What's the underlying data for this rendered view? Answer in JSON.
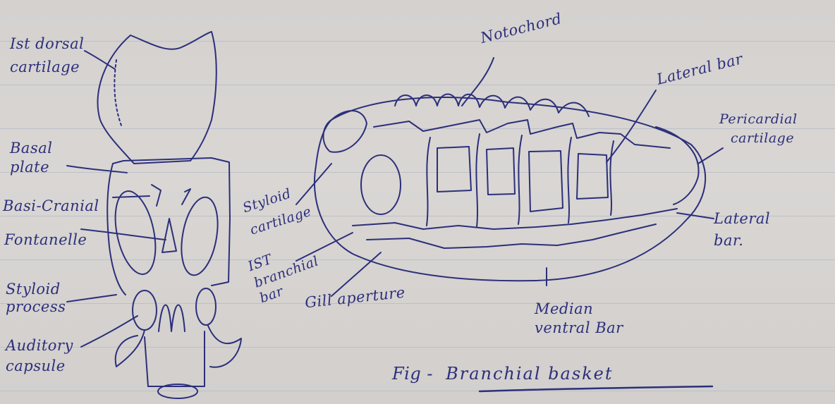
{
  "labels": {
    "first_dorsal": [
      "Ist dorsal",
      "cartilage"
    ],
    "basal_plate": [
      "Basal",
      "plate"
    ],
    "basi_cranial": "Basi-Cranial",
    "fontanelle": "Fontanelle",
    "styloid_process": [
      "Styloid",
      "process"
    ],
    "auditory_capsule": [
      "Auditory",
      "capsule"
    ],
    "notochord": "Notochord",
    "lateral_bar_top": "Lateral bar",
    "pericardial_cartilage": [
      "Pericardial",
      "cartilage"
    ],
    "lateral_bar_right": [
      "Lateral",
      "bar."
    ],
    "styloid_cartilage": [
      "Styloid",
      "cartilage"
    ],
    "first_branchial_bar": [
      "IST",
      "branchial",
      "bar"
    ],
    "gill_aperture": "Gill aperture",
    "median_ventral_bar": [
      "Median",
      "ventral Bar"
    ]
  },
  "caption": {
    "prefix": "Fig -",
    "title": "Branchial basket"
  },
  "colors": {
    "paper": "#d6d3d1",
    "ink": "#2c2f7a",
    "rule": "#b4bac6"
  }
}
